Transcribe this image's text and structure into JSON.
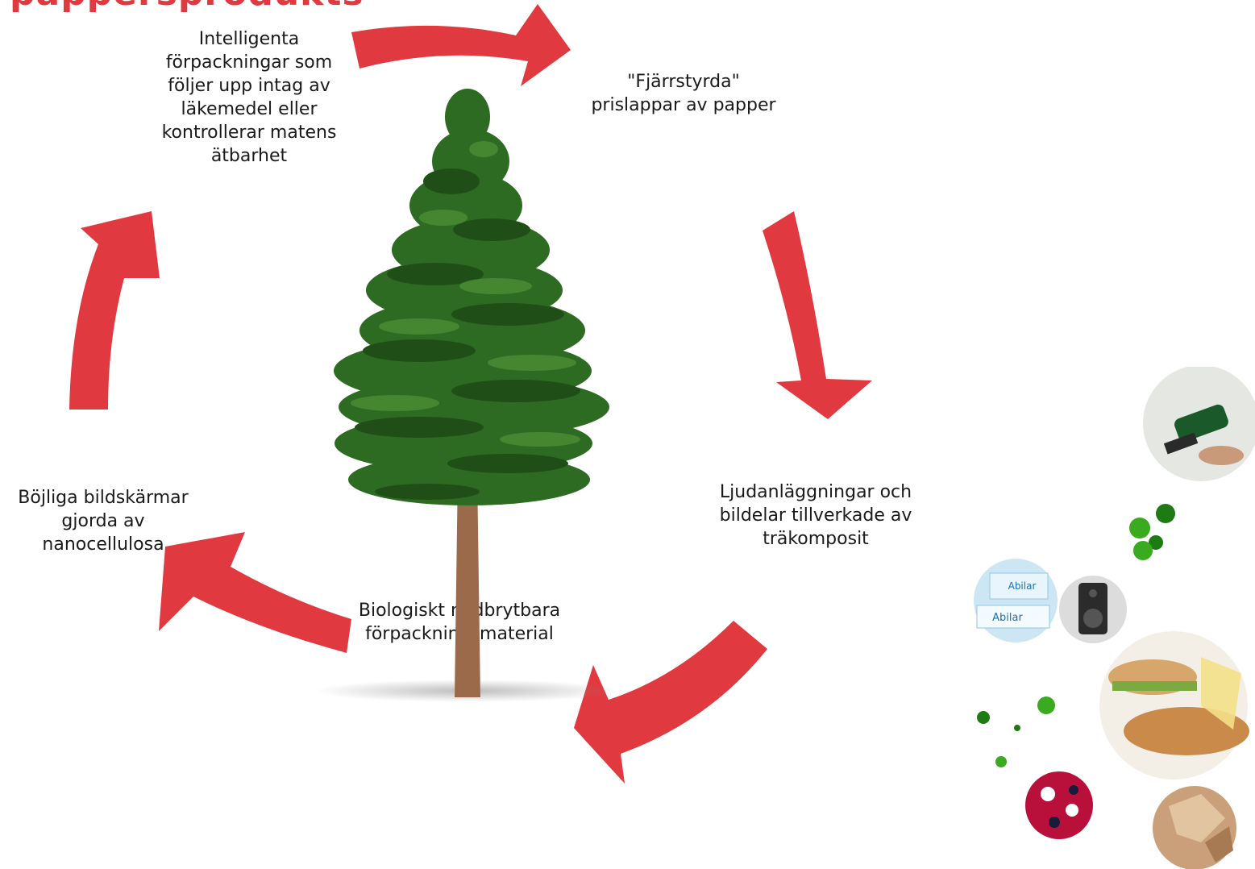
{
  "title_partial": "pappersprodukts",
  "cycle": {
    "items": [
      {
        "text": [
          "Intelligenta",
          "förpackningar som",
          "följer upp intag av",
          "läkemedel eller",
          "kontrollerar matens",
          "ätbarhet"
        ]
      },
      {
        "text": [
          "\"Fjärrstyrda\"",
          "prislappar av papper"
        ]
      },
      {
        "text": [
          "Ljudanläggningar och",
          "bildelar tillverkade av",
          "träkomposit"
        ]
      },
      {
        "text": [
          "Biologiskt nedbrytbara",
          "förpackningsmaterial"
        ]
      },
      {
        "text": [
          "Böjliga bildskärmar",
          "gjorda av",
          "nanocellulosa"
        ]
      }
    ],
    "arrow_color": "#e03a40"
  },
  "center_image": {
    "icon": "pine-tree"
  },
  "product_images": {
    "brand_text": [
      "Abilar",
      "Abilar"
    ],
    "icons": [
      "fuel-nozzle",
      "medicine-box",
      "speaker",
      "sandwich",
      "fabric",
      "wood-texture"
    ]
  },
  "accent_green": "#3aaa1e",
  "dark_green": "#1e7a12"
}
